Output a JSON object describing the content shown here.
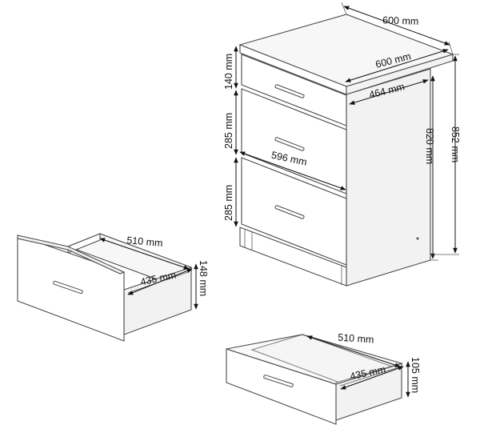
{
  "dimensions": {
    "cabinet_depth_top": "600 mm",
    "cabinet_width_top": "600 mm",
    "drawer_depth_inner": "464 mm",
    "front_width": "596 mm",
    "front_height_1": "140 mm",
    "front_height_2": "285 mm",
    "front_height_3": "285 mm",
    "body_height": "820 mm",
    "total_height": "852 mm",
    "big_drawer_length": "510 mm",
    "big_drawer_width": "435 mm",
    "big_drawer_height": "148 mm",
    "small_drawer_length": "510 mm",
    "small_drawer_width": "435 mm",
    "small_drawer_height": "105 mm"
  },
  "colors": {
    "line": "#4a4a4a",
    "dimension": "#111111",
    "panel_side": "#f2f2f2"
  }
}
